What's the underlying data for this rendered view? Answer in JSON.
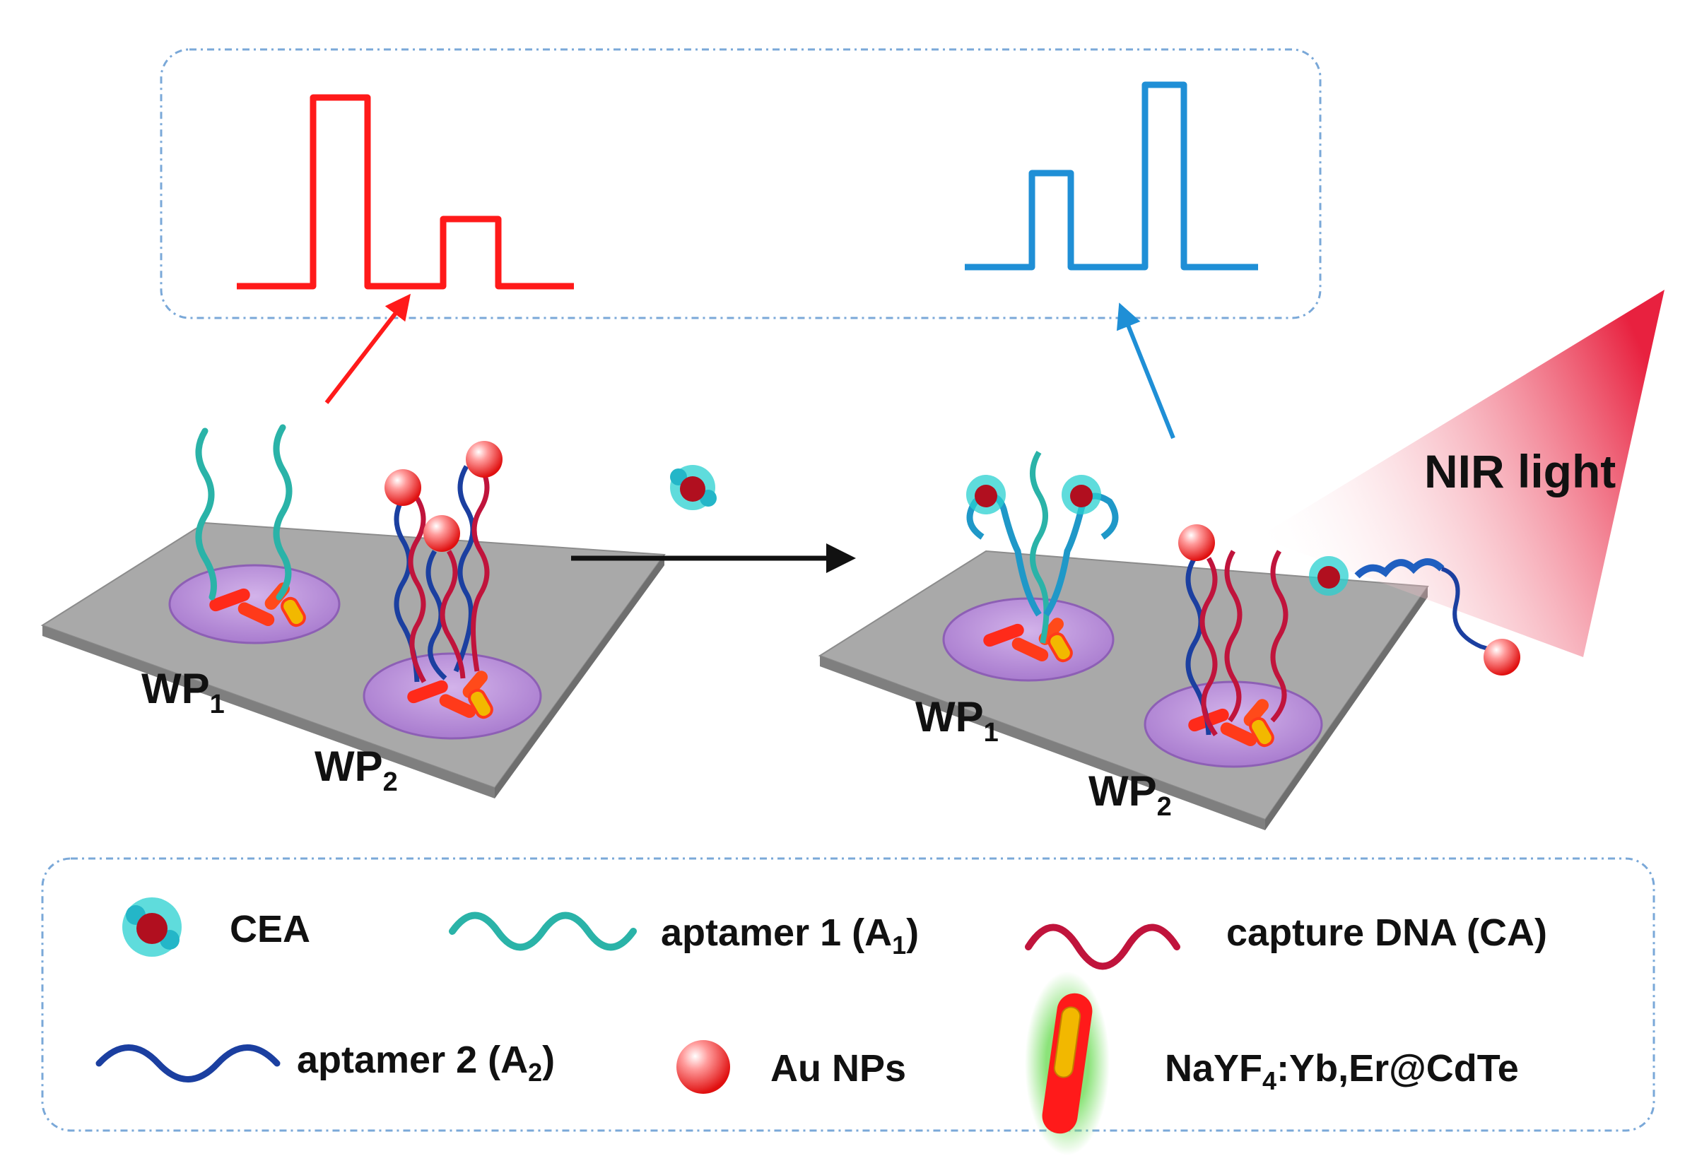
{
  "labels": {
    "wp1_left": {
      "main": "WP",
      "sub": "1"
    },
    "wp2_left": {
      "main": "WP",
      "sub": "2"
    },
    "wp1_right": {
      "main": "WP",
      "sub": "1"
    },
    "wp2_right": {
      "main": "WP",
      "sub": "2"
    },
    "nir": "NIR light"
  },
  "legend": {
    "cea": "CEA",
    "aptamer1": {
      "pre": "aptamer 1 (A",
      "sub": "1",
      "post": ")"
    },
    "capture": "capture DNA (CA)",
    "aptamer2": {
      "pre": "aptamer 2 (A",
      "sub": "2",
      "post": ")"
    },
    "au": "Au NPs",
    "nayf": {
      "pre": "NaYF",
      "sub": "4",
      "post": ":Yb,Er@CdTe"
    }
  },
  "colors": {
    "red_signal": "#ff1a1a",
    "blue_signal": "#1f8fd6",
    "teal_aptamer": "#2ab3a8",
    "blue_aptamer": "#1b3fa0",
    "red_capture": "#c0143c",
    "plate": "#a9a9a9",
    "well": "#b98ad6",
    "dashed_border": "#7aa8d8"
  }
}
